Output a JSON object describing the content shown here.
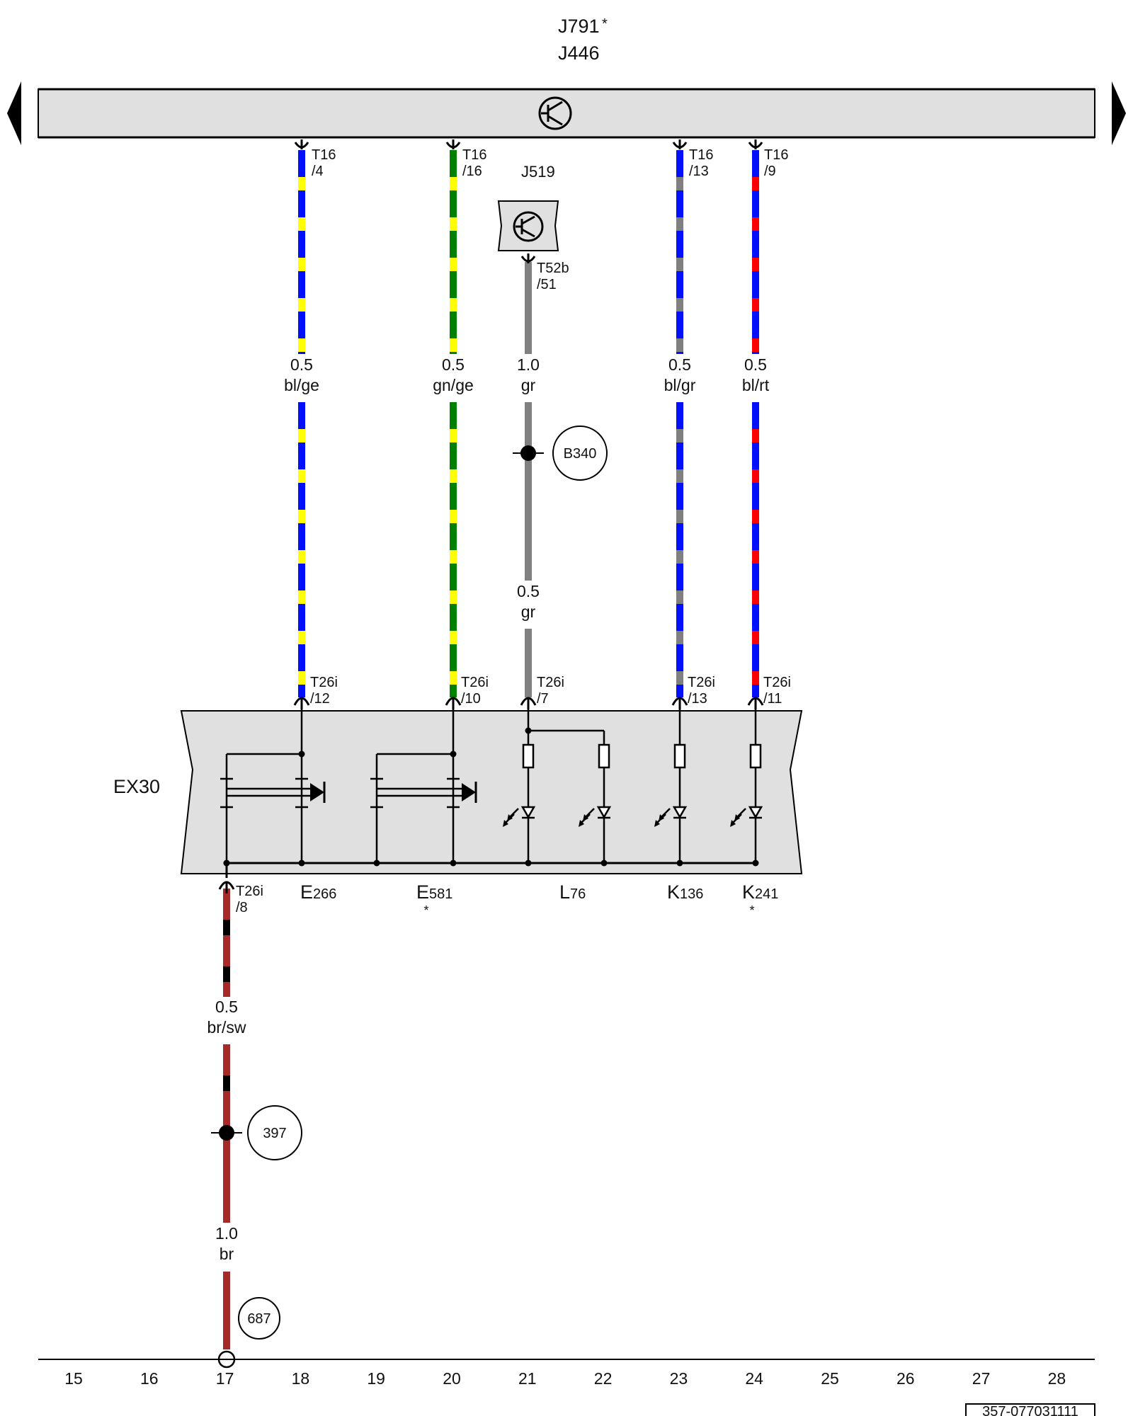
{
  "top_units": {
    "line1": "J791",
    "line1_star": "*",
    "line2": "J446"
  },
  "j519": "J519",
  "ex30": "EX30",
  "colors": {
    "bl": "#0010ff",
    "ge": "#ffff00",
    "gn": "#008000",
    "gr": "#808080",
    "rt": "#ff0000",
    "sw": "#000000",
    "br": "#a52a2a",
    "bus_fill": "#e0e0e0",
    "module_fill": "#e0e0e0"
  },
  "wires": [
    {
      "id": "w18",
      "top_pin": {
        "connector": "T16",
        "pin": "/4"
      },
      "bottom_pin": {
        "connector": "T26i",
        "pin": "/12"
      },
      "size": "0.5",
      "color_code": "bl/ge"
    },
    {
      "id": "w20",
      "top_pin": {
        "connector": "T16",
        "pin": "/16"
      },
      "bottom_pin": {
        "connector": "T26i",
        "pin": "/10"
      },
      "size": "0.5",
      "color_code": "gn/ge"
    },
    {
      "id": "w21",
      "top_pin": {
        "connector": "T52b",
        "pin": "/51"
      },
      "bottom_pin": {
        "connector": "T26i",
        "pin": "/7"
      },
      "size": "1.0",
      "color_code": "gr",
      "size2": "0.5",
      "color_code2": "gr"
    },
    {
      "id": "w23",
      "top_pin": {
        "connector": "T16",
        "pin": "/13"
      },
      "bottom_pin": {
        "connector": "T26i",
        "pin": "/13"
      },
      "size": "0.5",
      "color_code": "bl/gr"
    },
    {
      "id": "w24",
      "top_pin": {
        "connector": "T16",
        "pin": "/9"
      },
      "bottom_pin": {
        "connector": "T26i",
        "pin": "/11"
      },
      "size": "0.5",
      "color_code": "bl/rt"
    }
  ],
  "splices": {
    "b340": "B340",
    "s397": "397",
    "s687": "687"
  },
  "ground_wire": {
    "pin": {
      "connector": "T26i",
      "pin": "/8"
    },
    "size1": "0.5",
    "color1": "br/sw",
    "size2": "1.0",
    "color2": "br"
  },
  "components": [
    {
      "id": "e266",
      "main": "E",
      "sub": "266",
      "star": ""
    },
    {
      "id": "e581",
      "main": "E",
      "sub": "581",
      "star": "*"
    },
    {
      "id": "l76",
      "main": "L",
      "sub": "76",
      "star": ""
    },
    {
      "id": "k136",
      "main": "K",
      "sub": "136",
      "star": ""
    },
    {
      "id": "k241",
      "main": "K",
      "sub": "241",
      "star": "*"
    }
  ],
  "grid_numbers": [
    "15",
    "16",
    "17",
    "18",
    "19",
    "20",
    "21",
    "22",
    "23",
    "24",
    "25",
    "26",
    "27",
    "28"
  ],
  "doc_number": "357-077031111"
}
